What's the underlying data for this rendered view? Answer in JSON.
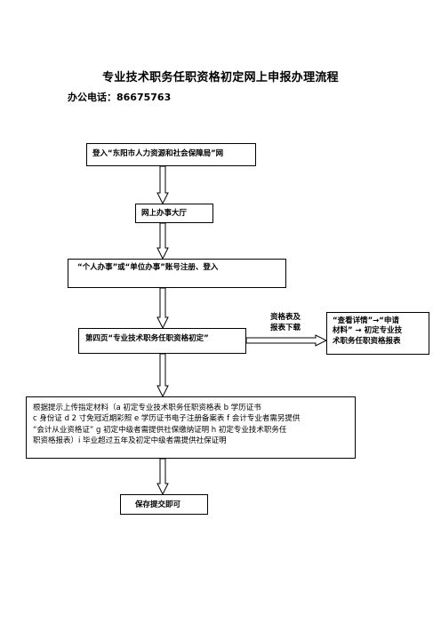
{
  "title": "专业技术职务任职资格初定网上申报办理流程",
  "phone": "办公电话：86675763",
  "steps": {
    "step1": "登入“东阳市人力资源和社会保障局”网",
    "step2": "网上办事大厅",
    "step3": "“个人办事”或“单位办事”账号注册、登入",
    "step4": "第四页“专业技术职务任职资格初定”",
    "step5_lines": [
      "根据提示上传指定材料（a 初定专业技术职务任职资格表  b 学历证书",
      "c 身份证  d  2 寸免冠近期彩照  e 学历证书电子注册备案表  f 会计专业者需另提供",
      "“会计从业资格证”  g  初定中级者需提供社保缴纳证明   h  初定专业技术职务任",
      "职资格报表）i 毕业超过五年及初定中级者需提供社保证明"
    ],
    "step6": "保存提交即可"
  },
  "side_note": {
    "label_lines": [
      "资格表及",
      "报表下载"
    ],
    "box_lines": [
      "“查看详情”→“申请",
      "材料”  → 初定专业技",
      "术职务任职资格报表"
    ]
  }
}
